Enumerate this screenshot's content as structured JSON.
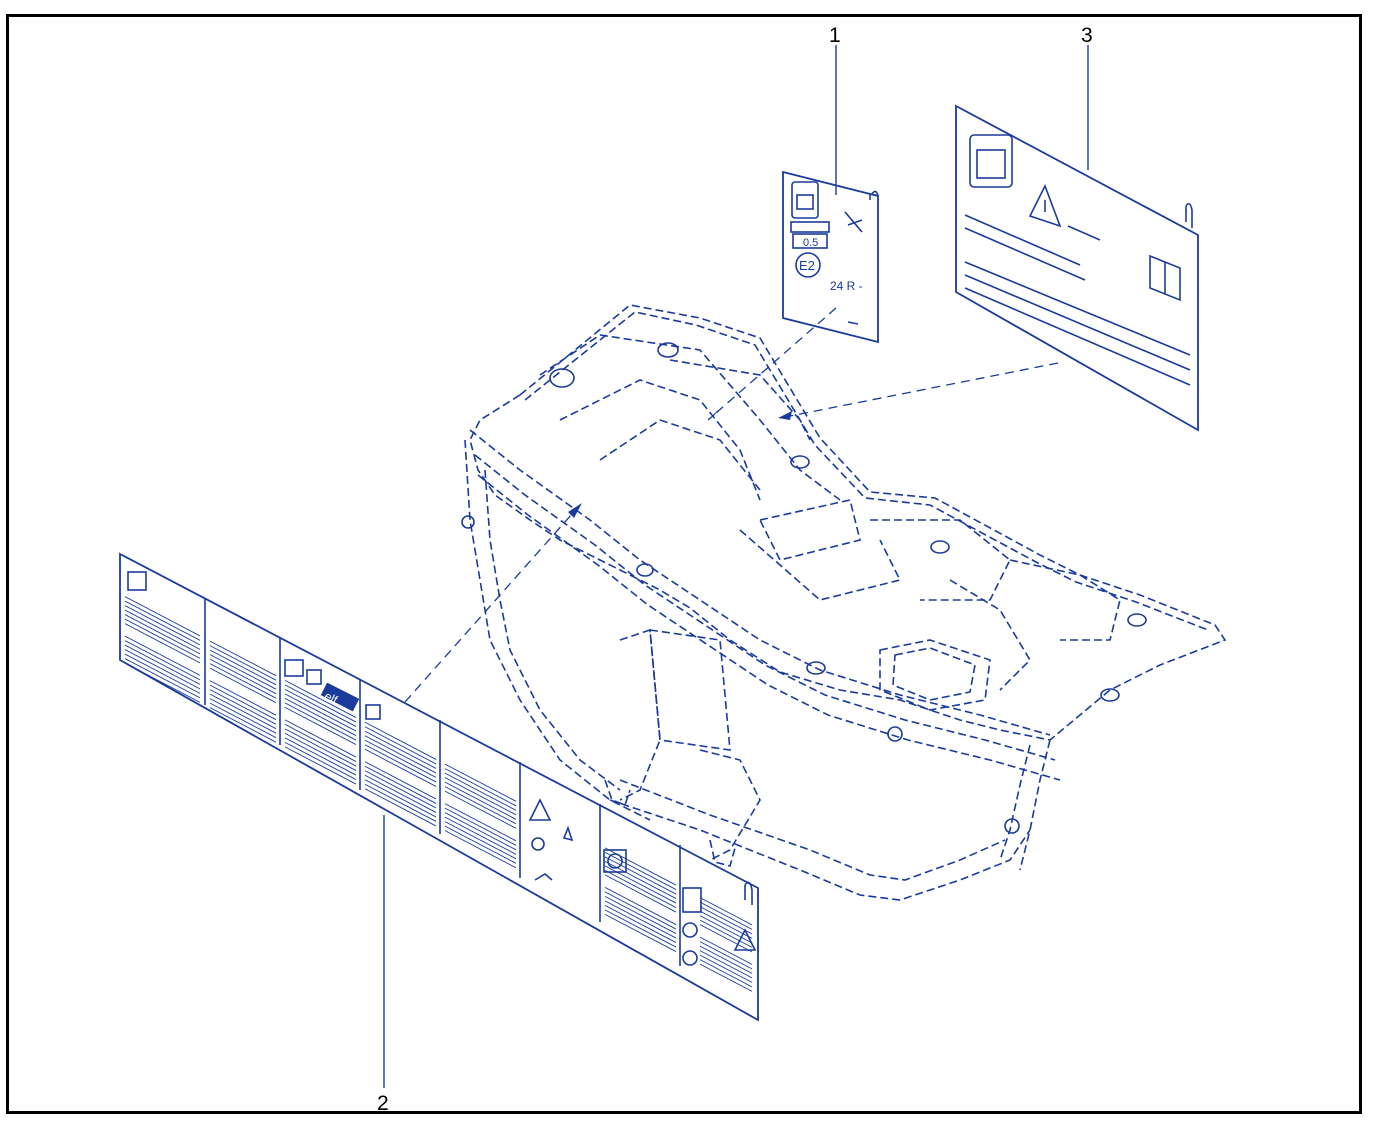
{
  "diagram": {
    "callouts": [
      "1",
      "2",
      "3"
    ],
    "label_1": {
      "value_box": "0.5",
      "approval_mark": "E2",
      "regulation": "24 R -"
    },
    "label_2": {
      "brand_text": "elf"
    },
    "colors": {
      "line": "#1a3b9c",
      "frame": "#000000",
      "background": "#ffffff"
    },
    "icons": [
      "battery-icon",
      "warning-triangle-icon",
      "manual-book-icon",
      "fire-icon",
      "fan-icon",
      "sun-icon",
      "info-icon",
      "oil-can-icon"
    ]
  }
}
